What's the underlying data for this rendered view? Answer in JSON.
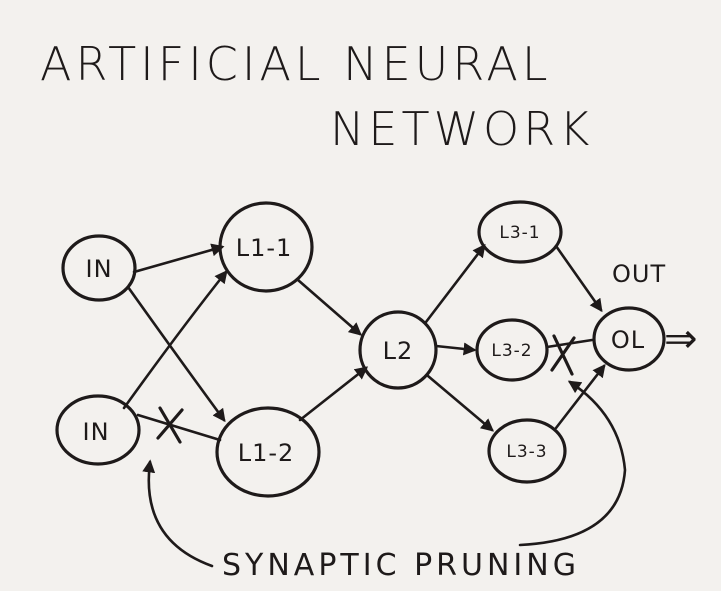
{
  "title": {
    "line1": "ARTIFICIAL NEURAL",
    "line2": "NETWORK"
  },
  "nodes": {
    "in1": "IN",
    "in2": "IN",
    "l1_1": "L1-1",
    "l1_2": "L1-2",
    "l2": "L2",
    "l3_1": "L3-1",
    "l3_2": "L3-2",
    "l3_3": "L3-3",
    "ol": "OL"
  },
  "out_label": "OUT",
  "output_arrow": "⇒",
  "caption": "SYNAPTIC PRUNING",
  "ink_color": "#1e1a1a",
  "paper_color": "#f3f1ee"
}
